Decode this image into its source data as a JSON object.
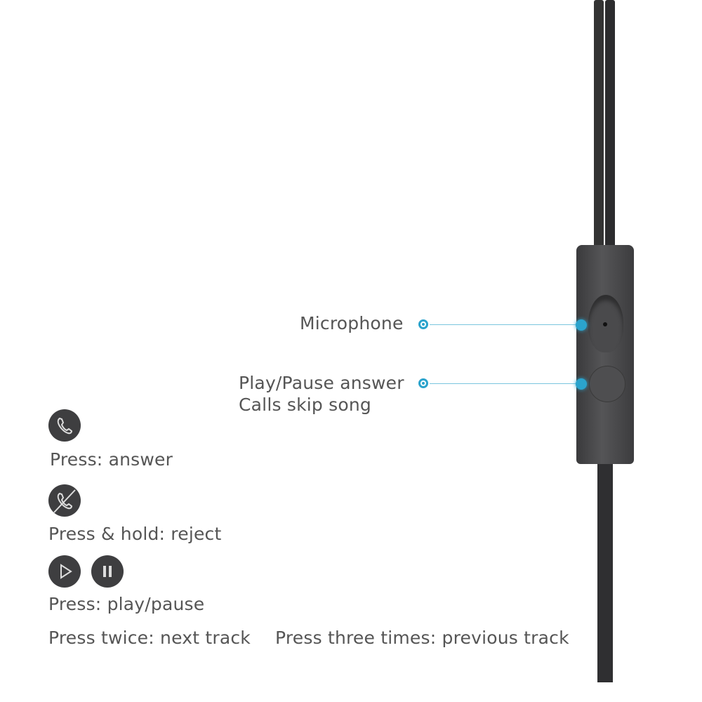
{
  "callouts": {
    "microphone": "Microphone",
    "play_pause_line1": "Play/Pause answer",
    "play_pause_line2": "Calls skip song"
  },
  "legend": {
    "answer": "Press: answer",
    "reject": "Press & hold: reject",
    "play_pause": "Press: play/pause",
    "next": "Press twice: next track",
    "previous": "Press three times: previous track"
  },
  "colors": {
    "accent": "#2ba3cc",
    "icon_bg": "#3e3e40",
    "cable": "#2f2f31"
  }
}
